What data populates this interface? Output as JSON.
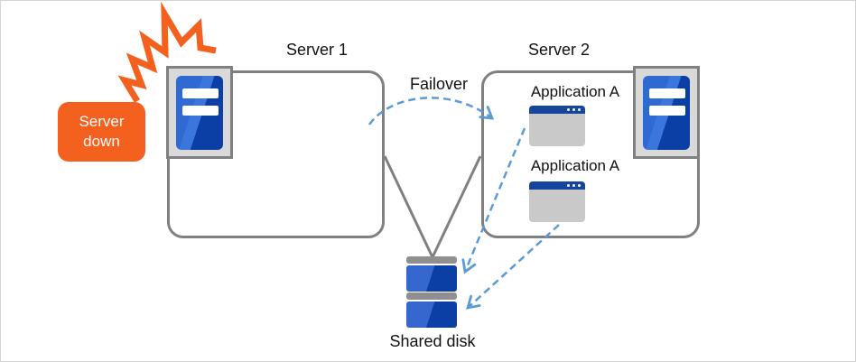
{
  "callout": {
    "label": "Server down"
  },
  "servers": [
    {
      "label": "Server 1"
    },
    {
      "label": "Server 2"
    }
  ],
  "failover": {
    "label": "Failover"
  },
  "applications": [
    {
      "label": "Application A"
    },
    {
      "label": "Application A"
    }
  ],
  "shared_disk": {
    "label": "Shared disk"
  },
  "icons": {
    "burst": "shock-burst-icon",
    "server": "server-tower-icon",
    "application": "app-window-icon",
    "disk": "shared-disk-icon",
    "failover_arrow": "dashed-curved-arrow",
    "app_arrows": "dashed-straight-arrows"
  },
  "colors": {
    "accent_orange": "#F4611E",
    "arrow_blue": "#5B9BD5",
    "box_border_gray": "#808080",
    "server_blue": "#2E6AD2",
    "server_blue_dark": "#0C3FA6",
    "titlebar_navy": "#16459C",
    "icon_bg_gray": "#D9D9D9",
    "window_body_gray": "#C9C9C9",
    "disk_cap_gray": "#8F8F8F",
    "canvas_border": "#D4D4D4",
    "text": "#111111"
  }
}
